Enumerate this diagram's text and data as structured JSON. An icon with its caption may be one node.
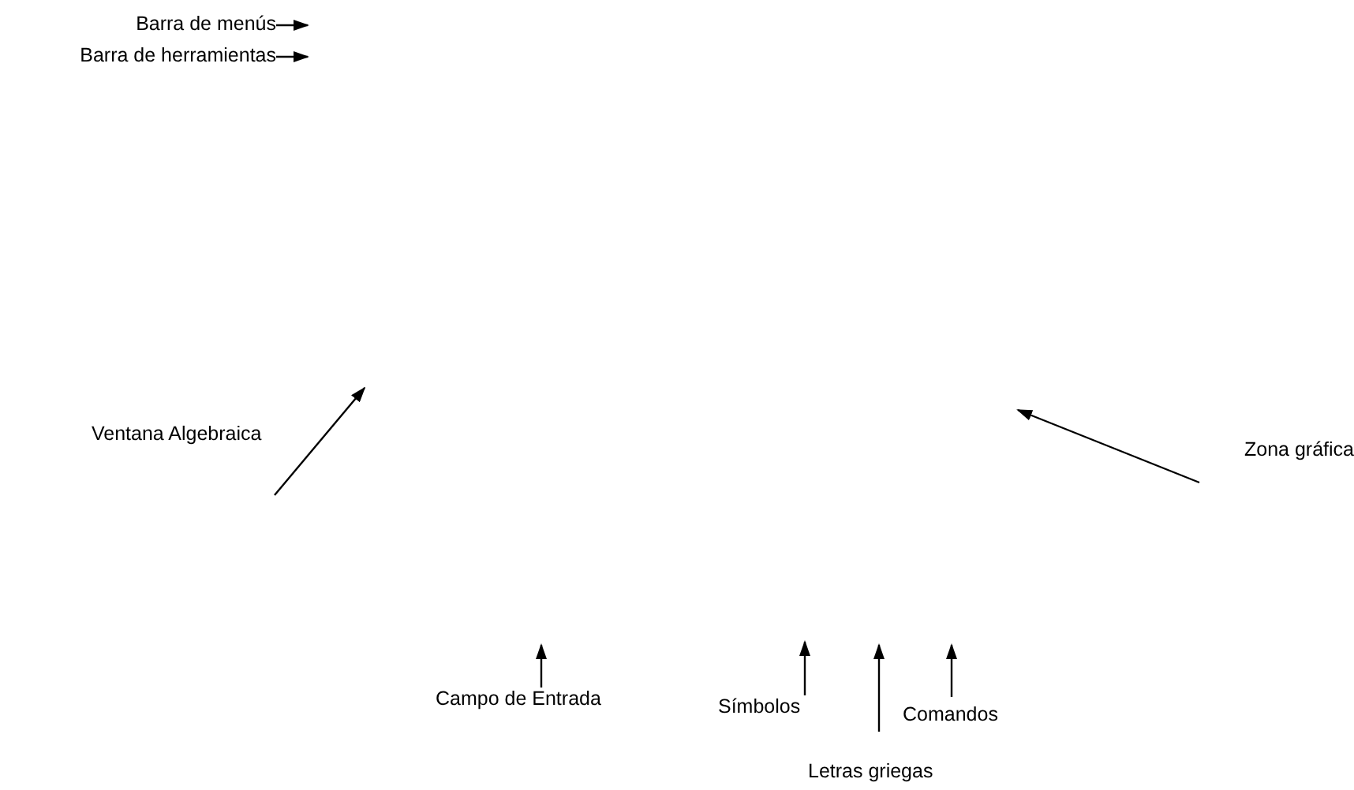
{
  "diagram": {
    "nodes": [
      {
        "text": [
          "Barra de menús"
        ]
      },
      {
        "text": [
          "Barra de herramientas"
        ]
      },
      {
        "text": [
          "Ventana Algebraica"
        ]
      },
      {
        "text": [
          "Zona gráfica"
        ]
      },
      {
        "text": [
          "Campo de Entrada"
        ]
      },
      {
        "text": [
          "Símbolos"
        ]
      },
      {
        "text": [
          "Comandos"
        ]
      },
      {
        "text": [
          "Letras griegas"
        ]
      }
    ],
    "edges": [
      {
        "from": 0,
        "to": null,
        "arrow": "to"
      },
      {
        "from": 1,
        "to": null,
        "arrow": "to"
      },
      {
        "from": 2,
        "to": null,
        "arrow": "to"
      },
      {
        "from": 3,
        "to": null,
        "arrow": "to"
      },
      {
        "from": 4,
        "to": null,
        "arrow": "to"
      },
      {
        "from": 5,
        "to": null,
        "arrow": "to"
      },
      {
        "from": 7,
        "to": null,
        "arrow": "to"
      },
      {
        "from": 6,
        "to": null,
        "arrow": "to"
      }
    ]
  }
}
